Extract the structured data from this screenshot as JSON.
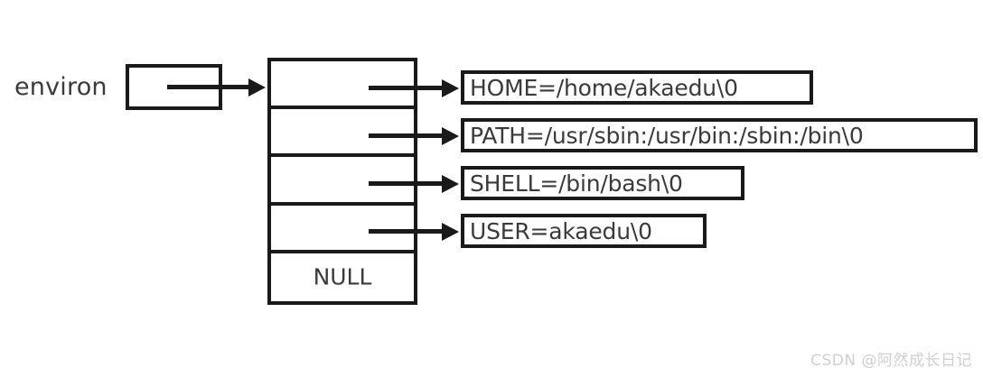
{
  "diagram": {
    "title": "environ pointer array diagram",
    "variable_label": "environ",
    "array_terminator_label": "NULL",
    "colors": {
      "stroke": "#1a1a1a",
      "text": "#3a3a3a",
      "background": "#ffffff",
      "watermark": "#cfcfcf"
    },
    "pointer_box": {
      "label": "",
      "description": "environ variable pointer cell"
    },
    "array_cells": [
      {
        "index": 0,
        "label": "",
        "points_to": "HOME=/home/akaedu\\0"
      },
      {
        "index": 1,
        "label": "",
        "points_to": "PATH=/usr/sbin:/usr/bin:/sbin:/bin\\0"
      },
      {
        "index": 2,
        "label": "",
        "points_to": "SHELL=/bin/bash\\0"
      },
      {
        "index": 3,
        "label": "",
        "points_to": "USER=akaedu\\0"
      },
      {
        "index": 4,
        "label": "NULL",
        "points_to": ""
      }
    ],
    "strings": [
      {
        "index": 0,
        "text": "HOME=/home/akaedu\\0"
      },
      {
        "index": 1,
        "text": "PATH=/usr/sbin:/usr/bin:/sbin:/bin\\0"
      },
      {
        "index": 2,
        "text": "SHELL=/bin/bash\\0"
      },
      {
        "index": 3,
        "text": "USER=akaedu\\0"
      }
    ],
    "watermark": "CSDN @阿然成长日记"
  }
}
